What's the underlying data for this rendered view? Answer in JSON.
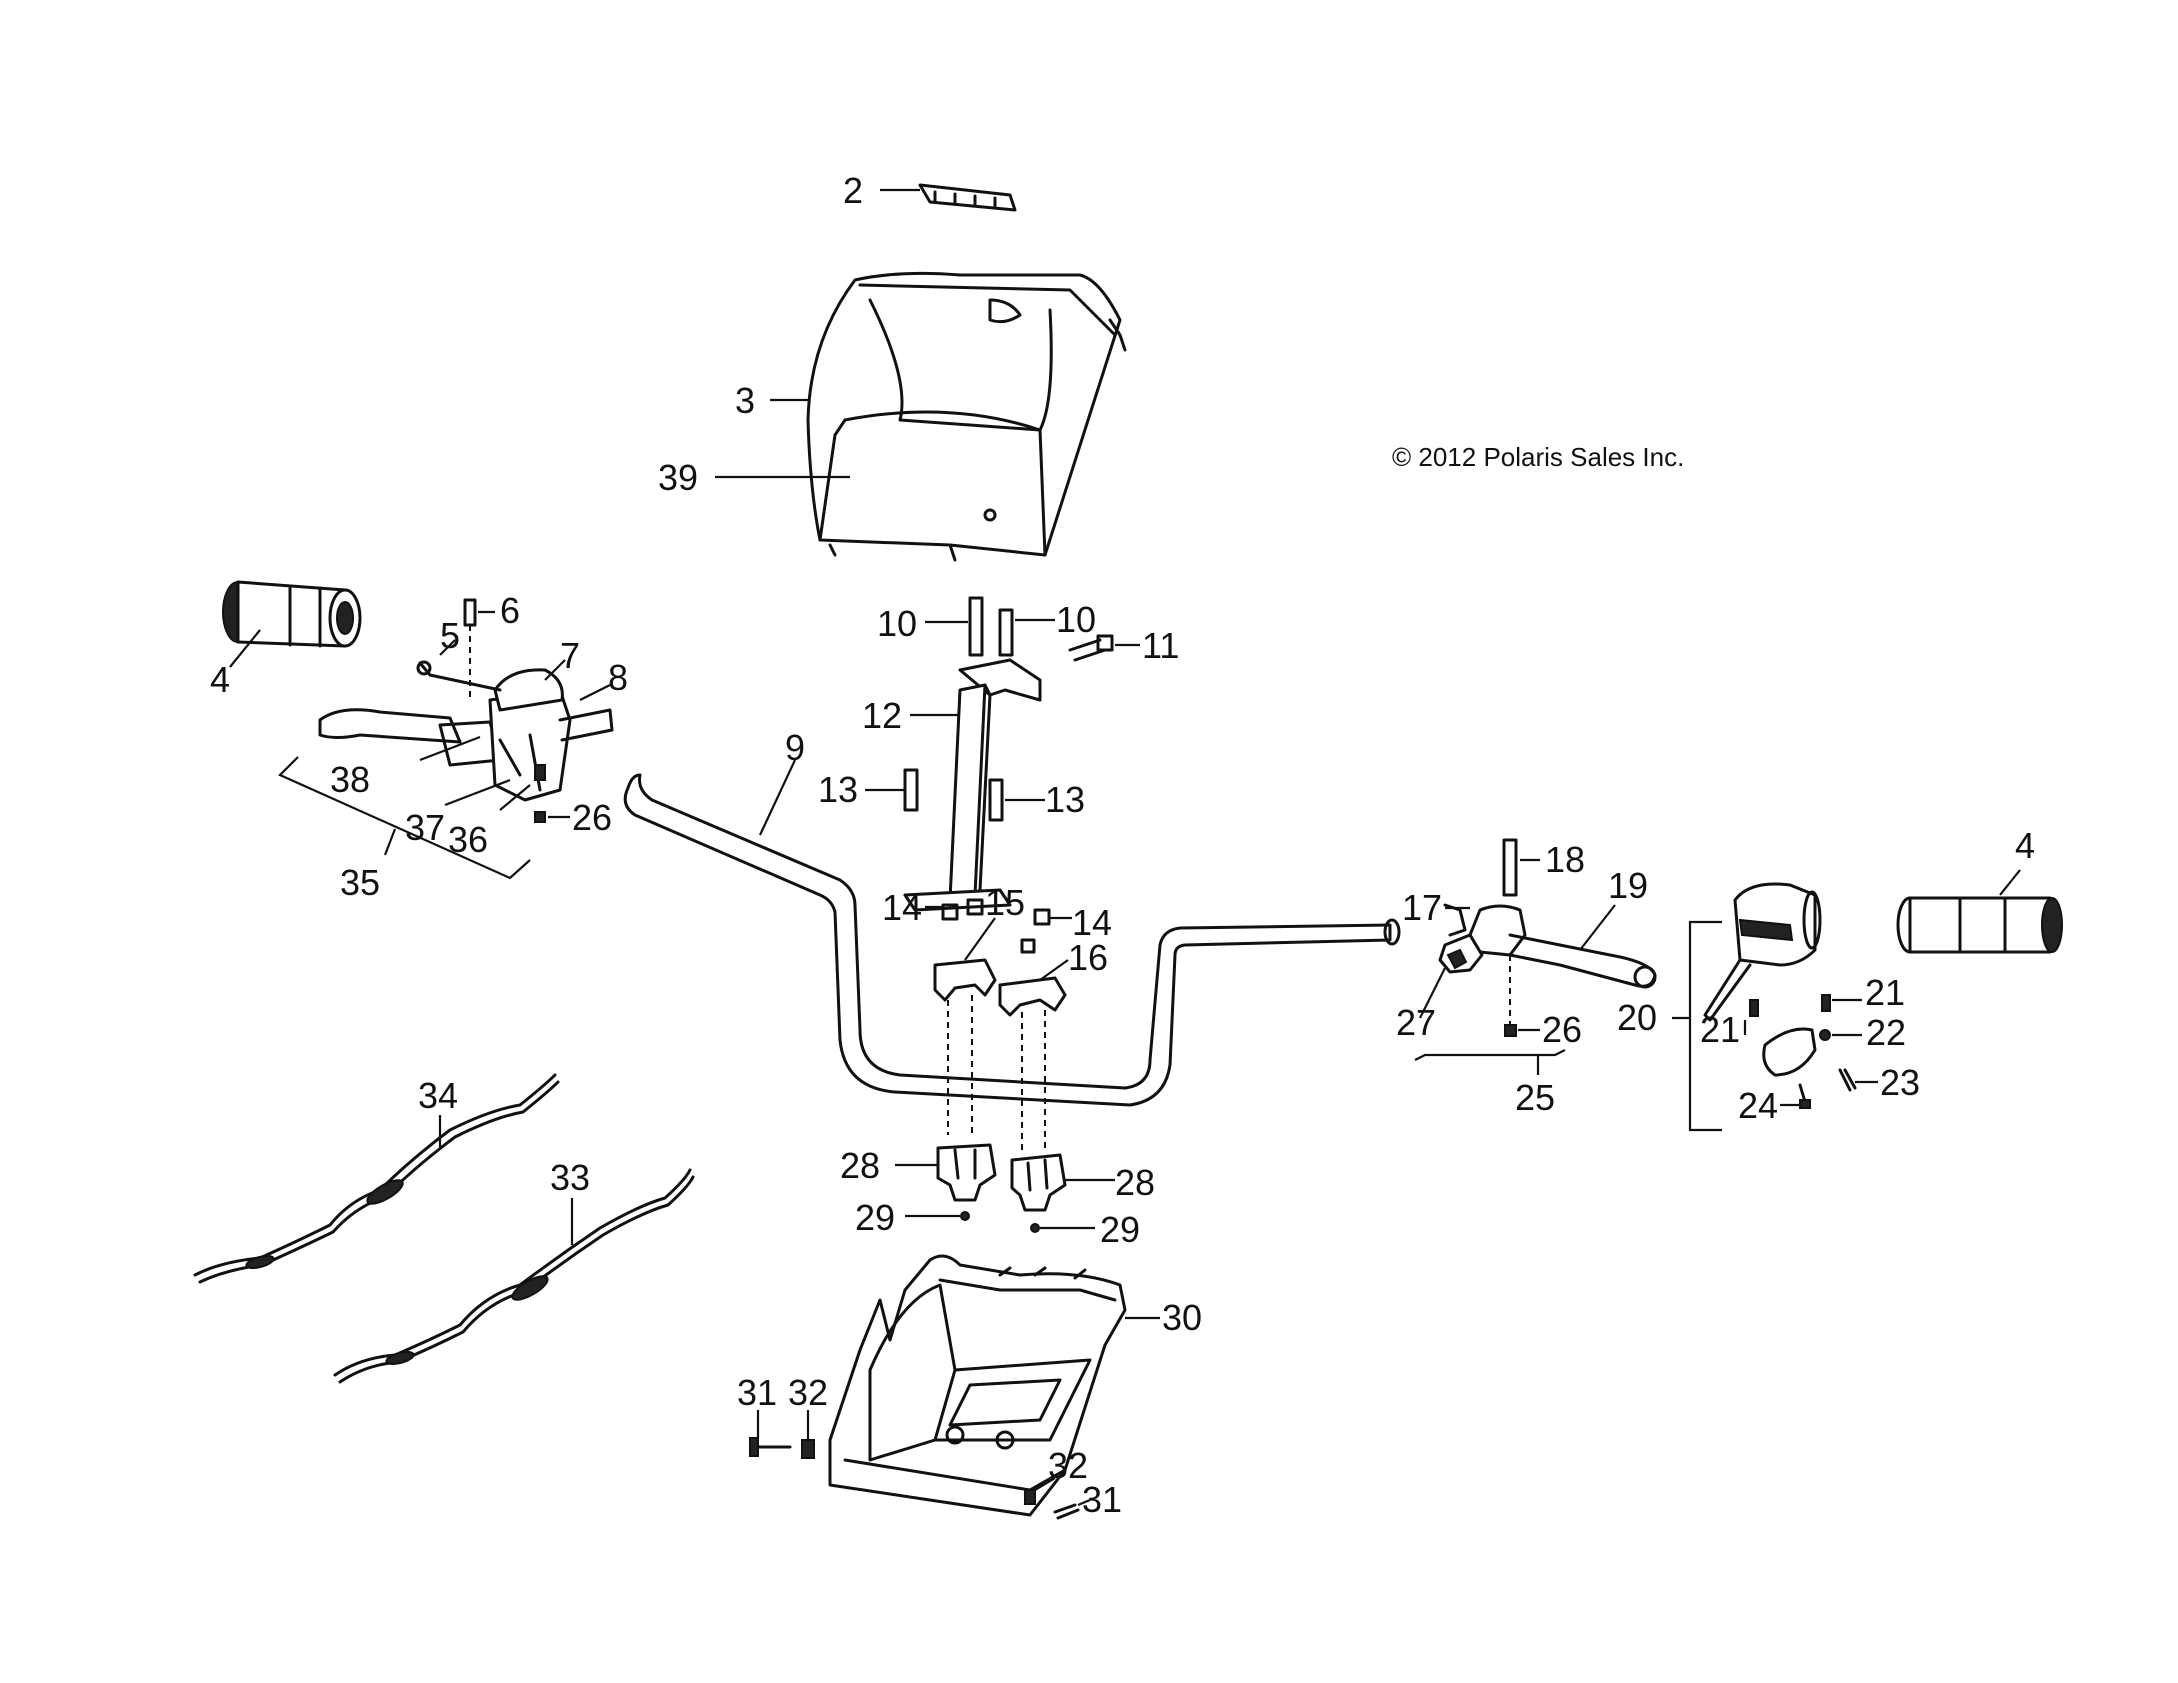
{
  "copyright": "© 2012 Polaris Sales Inc.",
  "callouts": {
    "c2": "2",
    "c3": "3",
    "c39": "39",
    "c4a": "4",
    "c4b": "4",
    "c5": "5",
    "c6": "6",
    "c7": "7",
    "c8": "8",
    "c9": "9",
    "c10a": "10",
    "c10b": "10",
    "c11": "11",
    "c12": "12",
    "c13a": "13",
    "c13b": "13",
    "c14a": "14",
    "c14b": "14",
    "c15": "15",
    "c16": "16",
    "c17": "17",
    "c18": "18",
    "c19": "19",
    "c20": "20",
    "c21a": "21",
    "c21b": "21",
    "c22": "22",
    "c23": "23",
    "c24": "24",
    "c25": "25",
    "c26a": "26",
    "c26b": "26",
    "c27": "27",
    "c28a": "28",
    "c28b": "28",
    "c29a": "29",
    "c29b": "29",
    "c30": "30",
    "c31a": "31",
    "c31b": "31",
    "c32a": "32",
    "c32b": "32",
    "c33": "33",
    "c34": "34",
    "c35": "35",
    "c36": "36",
    "c37": "37",
    "c38": "38"
  }
}
